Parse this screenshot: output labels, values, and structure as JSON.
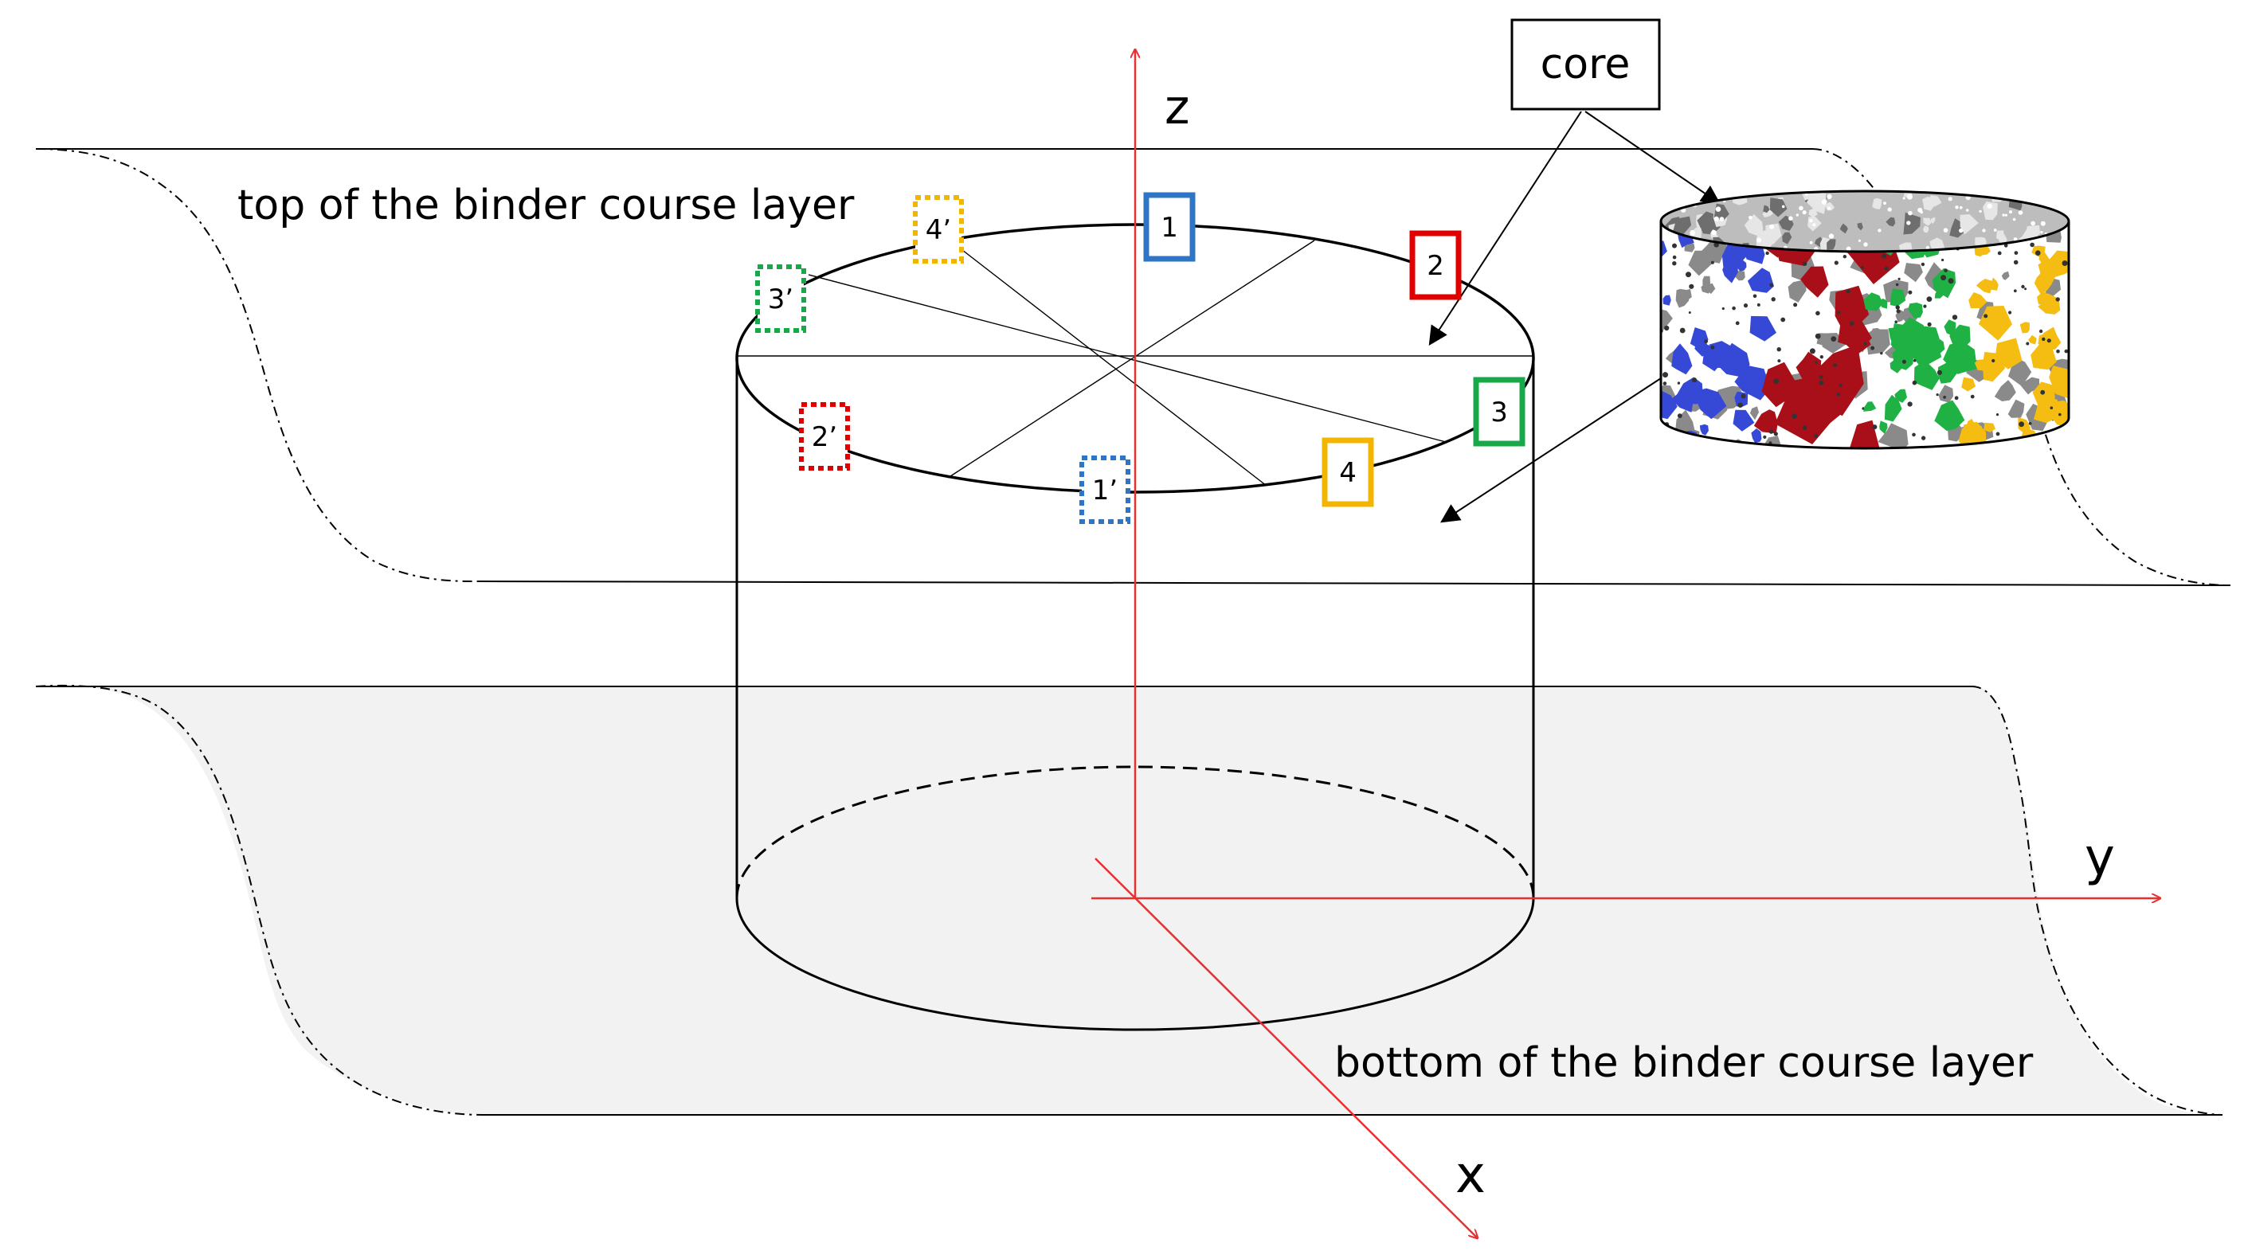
{
  "labels": {
    "top_layer": "top of the binder course layer",
    "bottom_layer": "bottom of the binder course layer",
    "core": "core"
  },
  "axes": {
    "z": "z",
    "y": "y",
    "x": "x"
  },
  "markers": [
    {
      "id": "1",
      "text": "1",
      "color": "#2e75c6",
      "style": "solid"
    },
    {
      "id": "2",
      "text": "2",
      "color": "#e00000",
      "style": "solid"
    },
    {
      "id": "3",
      "text": "3",
      "color": "#18a84a",
      "style": "solid"
    },
    {
      "id": "4",
      "text": "4",
      "color": "#f2b600",
      "style": "solid"
    },
    {
      "id": "1p",
      "text": "1’",
      "color": "#2e75c6",
      "style": "dotted"
    },
    {
      "id": "2p",
      "text": "2’",
      "color": "#e00000",
      "style": "dotted"
    },
    {
      "id": "3p",
      "text": "3’",
      "color": "#18a84a",
      "style": "dotted"
    },
    {
      "id": "4p",
      "text": "4’",
      "color": "#f2b600",
      "style": "dotted"
    }
  ],
  "colors": {
    "axis": "#e83030",
    "bottom_layer_fill": "#f2f2f2",
    "core_blue": "#3549d6",
    "core_red": "#a80f18",
    "core_green": "#1fb144",
    "core_yellow": "#f5bd12",
    "core_gray": "#8a8a8a"
  }
}
